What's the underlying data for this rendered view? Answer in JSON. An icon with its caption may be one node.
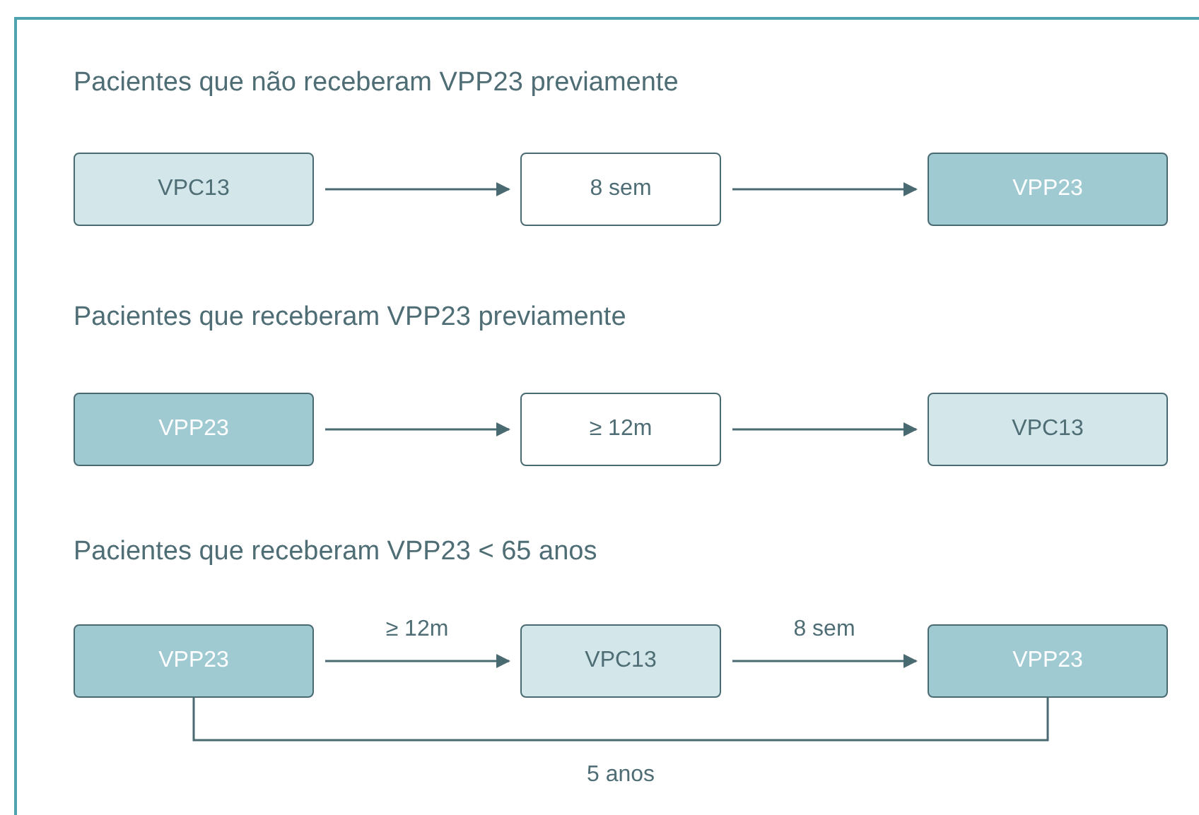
{
  "diagram": {
    "nodes": [
      {
        "text": [
          "VPC13"
        ]
      },
      {
        "text": [
          "8 sem"
        ]
      },
      {
        "text": [
          "VPP23"
        ]
      },
      {
        "text": [
          "VPP23"
        ]
      },
      {
        "text": [
          "≥ 12m"
        ]
      },
      {
        "text": [
          "VPC13"
        ]
      },
      {
        "text": [
          "VPP23"
        ]
      },
      {
        "text": [
          "VPC13"
        ]
      },
      {
        "text": [
          "VPP23"
        ]
      }
    ],
    "edges": [
      {
        "from": 0,
        "to": 1,
        "arrow": "to"
      },
      {
        "from": 1,
        "to": 2,
        "arrow": "to"
      },
      {
        "from": 3,
        "to": 4,
        "arrow": "to"
      },
      {
        "from": 4,
        "to": 5,
        "arrow": "to"
      },
      {
        "from": 6,
        "to": 7,
        "arrow": "to",
        "label": "≥ 12m"
      },
      {
        "from": 7,
        "to": 8,
        "arrow": "to",
        "label": "8 sem"
      },
      {
        "from": 6,
        "to": 8,
        "arrow": "none",
        "label": "5 anos"
      }
    ],
    "labels": [
      "Pacientes que não receberam VPP23 previamente",
      "Pacientes que receberam VPP23 previamente",
      "Pacientes que receberam VPP23 < 65 anos"
    ]
  }
}
